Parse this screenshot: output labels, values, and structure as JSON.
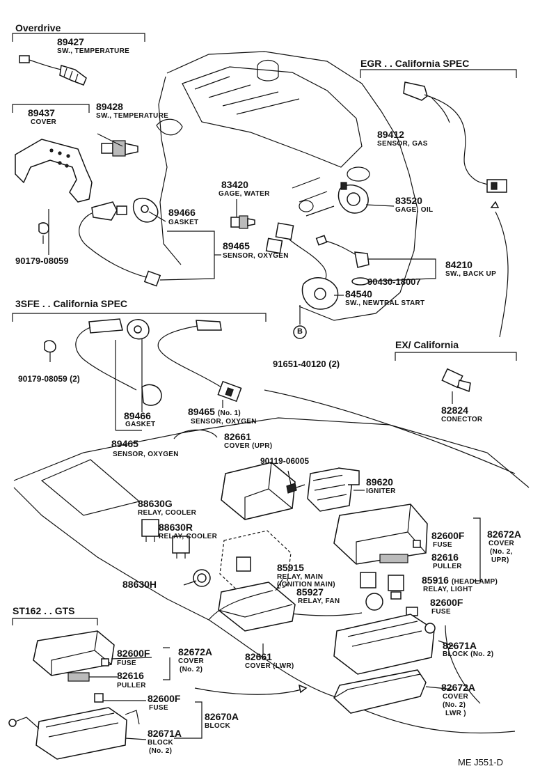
{
  "sections": {
    "overdrive": "Overdrive",
    "egr": "EGR . . California SPEC",
    "sfe": "3SFE . . California  SPEC",
    "ex_california": "EX/ California",
    "st162": "ST162 . . GTS"
  },
  "parts": {
    "p89427": {
      "number": "89427",
      "name": "SW., TEMPERATURE"
    },
    "p89437": {
      "number": "89437",
      "name": "COVER"
    },
    "p89428": {
      "number": "89428",
      "name": "SW., TEMPERATURE"
    },
    "p89412": {
      "number": "89412",
      "name": "SENSOR, GAS"
    },
    "p83420": {
      "number": "83420",
      "name": "GAGE, WATER"
    },
    "p83520": {
      "number": "83520",
      "name": "GAGE, OIL"
    },
    "p89466a": {
      "number": "89466",
      "name": "GASKET"
    },
    "p89465a": {
      "number": "89465",
      "name": "SENSOR, OXYGEN"
    },
    "p84210": {
      "number": "84210",
      "name": "SW., BACK UP"
    },
    "p90430": {
      "number": "90430-18007"
    },
    "p84540": {
      "number": "84540",
      "name": "SW., NEWTRAL START"
    },
    "p90179a": {
      "number": "90179-08059"
    },
    "p91651": {
      "number": "91651-40120 (2)"
    },
    "p90179b": {
      "number": "90179-08059 (2)"
    },
    "p82824": {
      "number": "82824",
      "name": "CONECTOR"
    },
    "p89466b": {
      "number": "89466",
      "name": "GASKET"
    },
    "p89465n1": {
      "number": "89465",
      "suffix": "(No. 1)",
      "name": "SENSOR, OXYGEN"
    },
    "p89465b": {
      "number": "89465",
      "name": "SENSOR, OXYGEN"
    },
    "p82661u": {
      "number": "82661",
      "name": "COVER (UPR)"
    },
    "p90119": {
      "number": "90119-06005"
    },
    "p89620": {
      "number": "89620",
      "name": "IGNITER"
    },
    "p88630g": {
      "number": "88630G",
      "name": "RELAY, COOLER"
    },
    "p88630r": {
      "number": "88630R",
      "name": "RELAY, COOLER"
    },
    "p82600fa": {
      "number": "82600F",
      "name": "FUSE"
    },
    "p82672aa": {
      "number": "82672A",
      "name": "COVER",
      "name2": "(No. 2,",
      "name3": "UPR)"
    },
    "p82616a": {
      "number": "82616",
      "name": "PULLER"
    },
    "p85915": {
      "number": "85915",
      "name": "RELAY, MAIN",
      "name2": "(IGNITION MAIN)"
    },
    "p88630h": {
      "number": "88630H"
    },
    "p85927": {
      "number": "85927",
      "name": "RELAY, FAN"
    },
    "p85916": {
      "number": "85916",
      "suffix": "(HEADLAMP)",
      "name": "RELAY, LIGHT"
    },
    "p82600fb": {
      "number": "82600F",
      "name": "FUSE"
    },
    "p82661l": {
      "number": "82661",
      "name": "COVER (LWR)"
    },
    "p82671aa": {
      "number": "82671A",
      "name": "BLOCK (No. 2)"
    },
    "p82600fc": {
      "number": "82600F",
      "name": "FUSE"
    },
    "p82672ab": {
      "number": "82672A",
      "name": "COVER",
      "name2": "(No. 2)"
    },
    "p82616b": {
      "number": "82616",
      "name": "PULLER"
    },
    "p82672ac": {
      "number": "82672A",
      "name": "COVER",
      "name2": "(No. 2)",
      "name3": "LWR )"
    },
    "p82600fd": {
      "number": "82600F",
      "name": "FUSE"
    },
    "p82670a": {
      "number": "82670A",
      "name": "BLOCK"
    },
    "p82671ab": {
      "number": "82671A",
      "name": "BLOCK",
      "name2": "(No. 2)"
    }
  },
  "callout_b": "B",
  "footer_code": "ME  J551-D"
}
